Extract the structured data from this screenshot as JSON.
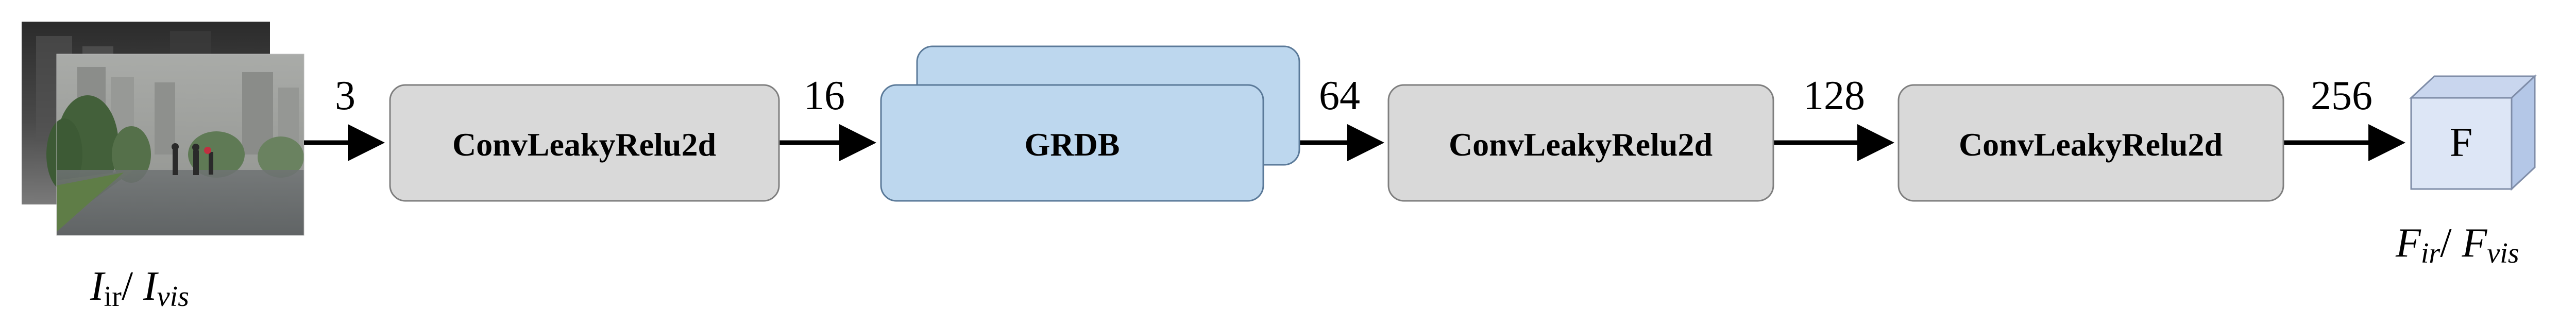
{
  "diagram": {
    "input_label": {
      "a_main": "I",
      "a_sub": "ir",
      "separator": "/ ",
      "b_main": "I",
      "b_sub": "vis"
    },
    "blocks": [
      {
        "label": "ConvLeakyRelu2d"
      },
      {
        "label": "GRDB"
      },
      {
        "label": "ConvLeakyRelu2d"
      },
      {
        "label": "ConvLeakyRelu2d"
      }
    ],
    "channels": [
      "3",
      "16",
      "64",
      "128",
      "256"
    ],
    "output_cube_label": "F",
    "output_label": {
      "a_main": "F",
      "a_sub": "ir",
      "separator": "/ ",
      "b_main": "F",
      "b_sub": "vis"
    },
    "colors": {
      "conv_fill": "#d9d9d9",
      "grdb_fill": "#bdd7ee",
      "cube_front": "#dde6f6",
      "cube_side": "#b4c7e7",
      "arrow": "#000000"
    }
  }
}
